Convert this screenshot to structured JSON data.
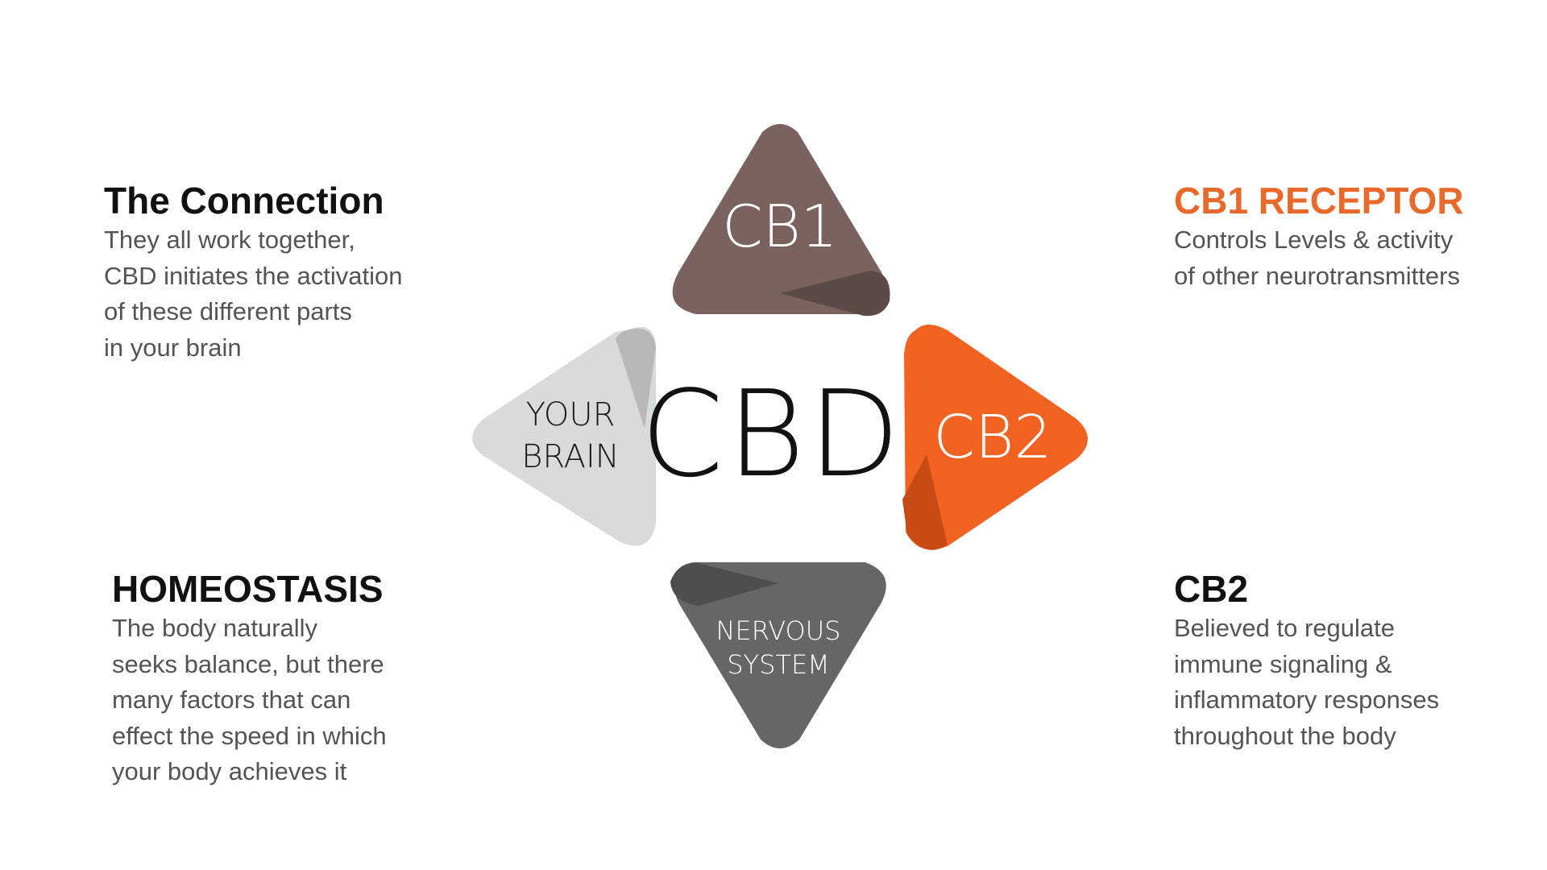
{
  "diagram": {
    "center_label": "CBD",
    "nodes": {
      "top": {
        "label": "CB1",
        "color": "#7a635e",
        "fold_color": "#5b4a46"
      },
      "right": {
        "label": "CB2",
        "color": "#f26322",
        "fold_color": "#c84a14"
      },
      "bottom": {
        "line1": "NERVOUS",
        "line2": "SYSTEM",
        "color": "#666666",
        "fold_color": "#4e4e4e"
      },
      "left": {
        "line1": "YOUR",
        "line2": "BRAIN",
        "color": "#d8dcd8",
        "fold_color": "#b8b9b6"
      }
    }
  },
  "blocks": {
    "connection": {
      "title": "The Connection",
      "title_color": "#111111",
      "lines": [
        "They all work together,",
        "CBD initiates the activation",
        "of these different parts",
        "in your brain"
      ]
    },
    "cb1_receptor": {
      "title": "CB1 RECEPTOR",
      "title_color": "#e8692a",
      "lines": [
        "Controls Levels & activity",
        "of other neurotransmitters"
      ]
    },
    "homeostasis": {
      "title": "HOMEOSTASIS",
      "title_color": "#111111",
      "lines": [
        "The body naturally",
        "seeks balance, but there",
        "many factors that can",
        "effect the speed in which",
        "your body achieves it"
      ]
    },
    "cb2": {
      "title": "CB2",
      "title_color": "#111111",
      "lines": [
        "Believed to regulate",
        "immune signaling &",
        "inflammatory responses",
        "throughout the body"
      ]
    }
  }
}
